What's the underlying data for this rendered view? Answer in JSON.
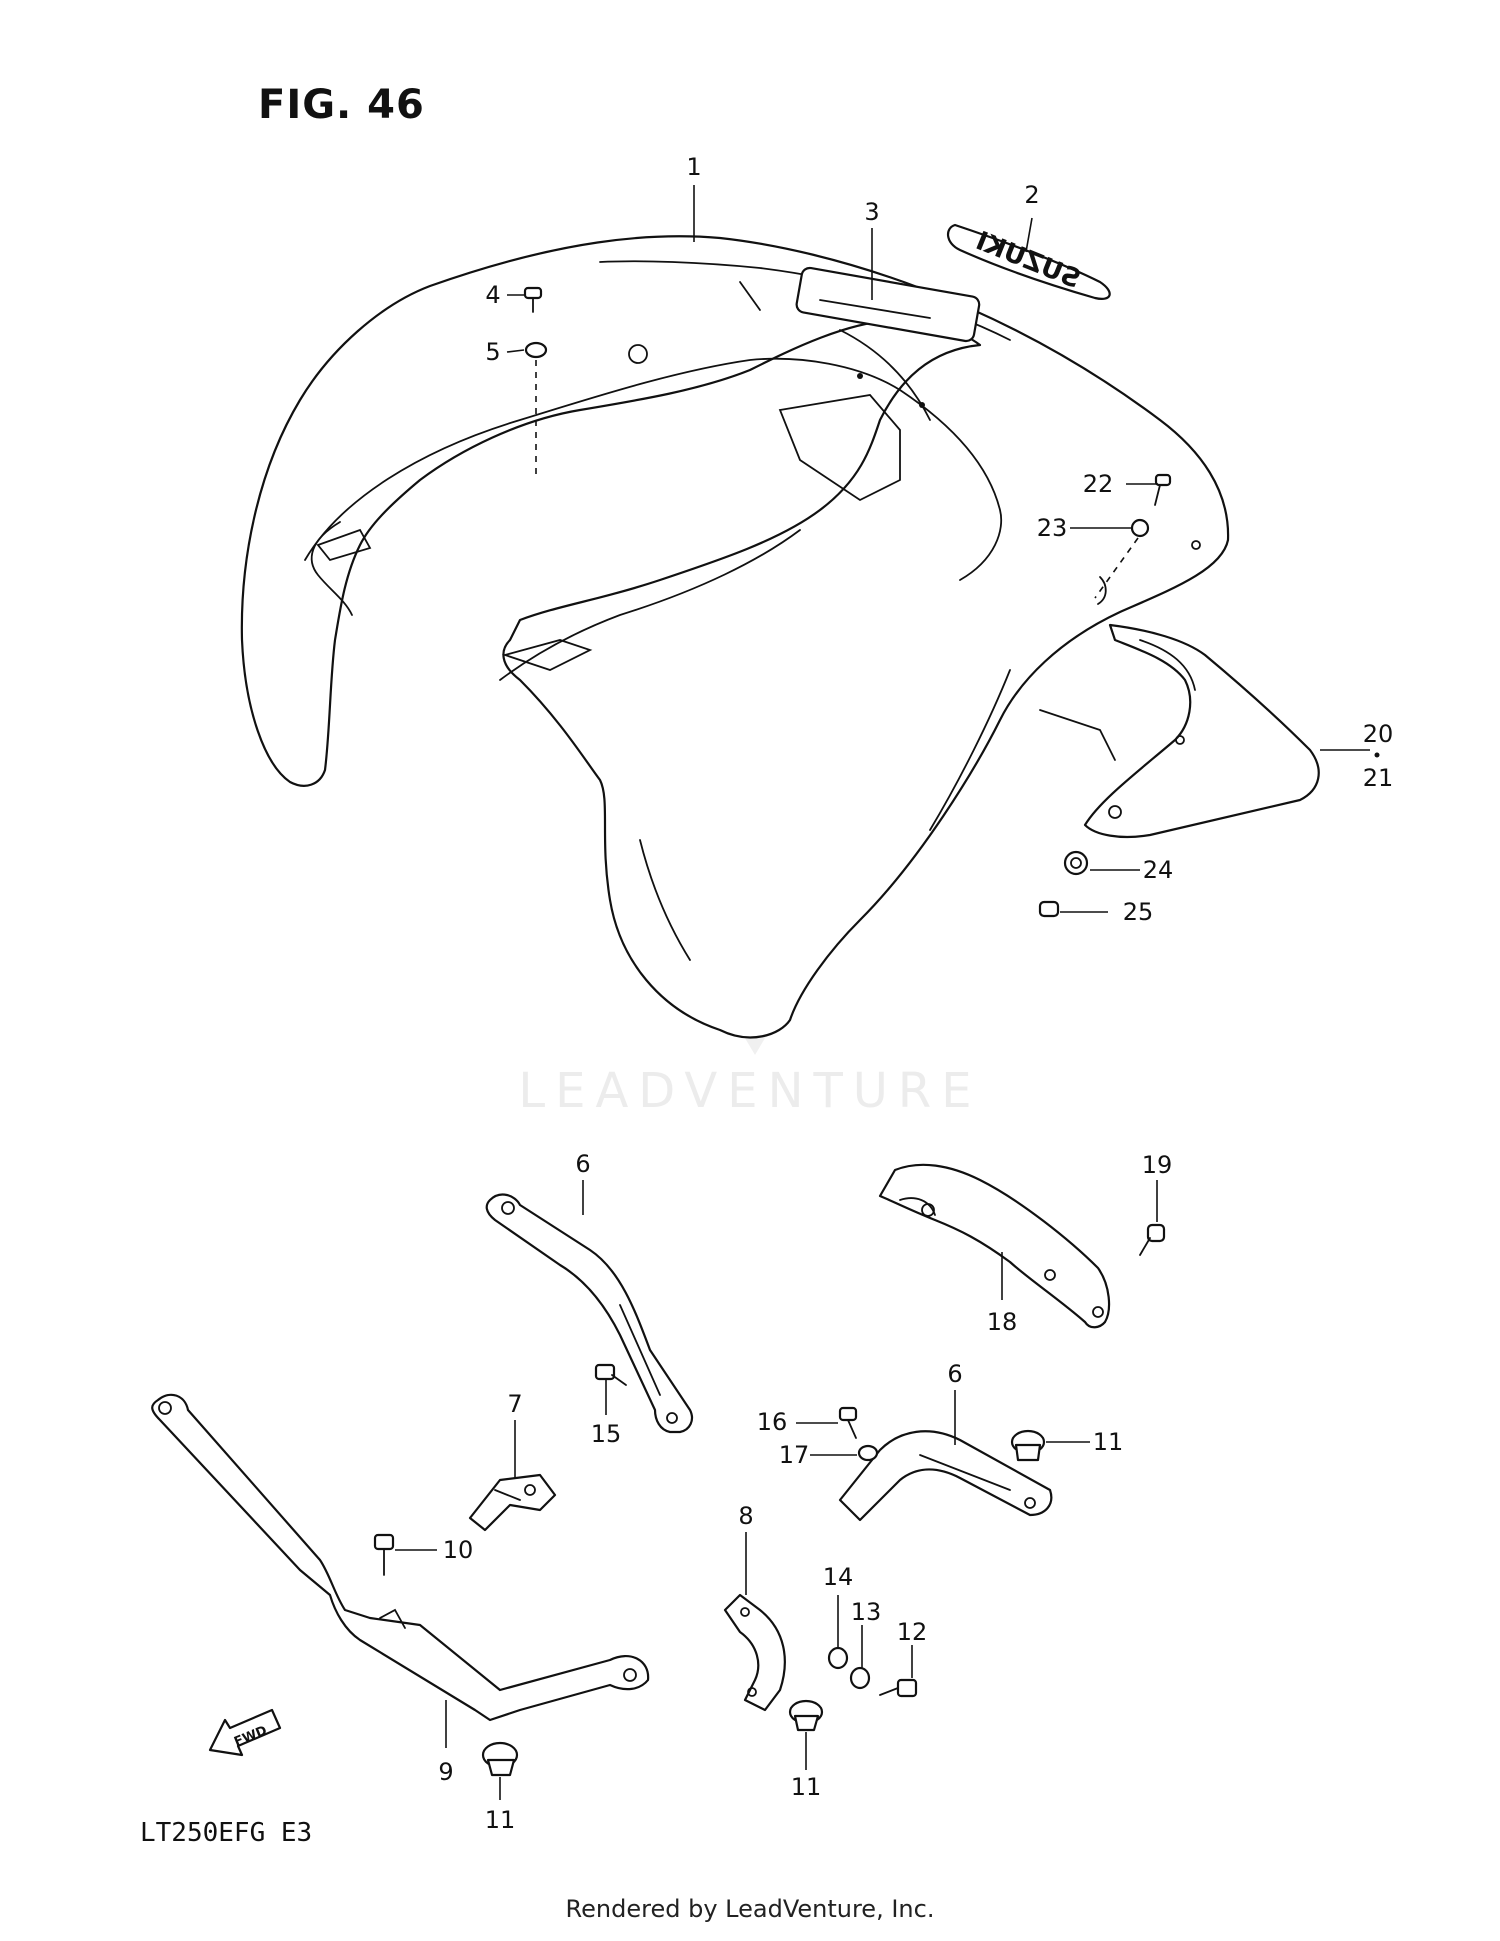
{
  "figure": {
    "title": "FIG. 46",
    "model_code": "LT250EFG  E3",
    "footer": "Rendered by LeadVenture, Inc."
  },
  "watermark": {
    "brand": "LEADVENTURE"
  },
  "decal_text": "SUZUKI",
  "fwd_text": "FWD",
  "callouts": [
    {
      "id": "c1",
      "label": "1"
    },
    {
      "id": "c2",
      "label": "2"
    },
    {
      "id": "c3",
      "label": "3"
    },
    {
      "id": "c4",
      "label": "4"
    },
    {
      "id": "c5",
      "label": "5"
    },
    {
      "id": "c6a",
      "label": "6"
    },
    {
      "id": "c6b",
      "label": "6"
    },
    {
      "id": "c7",
      "label": "7"
    },
    {
      "id": "c8",
      "label": "8"
    },
    {
      "id": "c9",
      "label": "9"
    },
    {
      "id": "c10",
      "label": "10"
    },
    {
      "id": "c11a",
      "label": "11"
    },
    {
      "id": "c11b",
      "label": "11"
    },
    {
      "id": "c11c",
      "label": "11"
    },
    {
      "id": "c12",
      "label": "12"
    },
    {
      "id": "c13",
      "label": "13"
    },
    {
      "id": "c14",
      "label": "14"
    },
    {
      "id": "c15",
      "label": "15"
    },
    {
      "id": "c16",
      "label": "16"
    },
    {
      "id": "c17",
      "label": "17"
    },
    {
      "id": "c18",
      "label": "18"
    },
    {
      "id": "c19",
      "label": "19"
    },
    {
      "id": "c20",
      "label": "20"
    },
    {
      "id": "c21",
      "label": "21"
    },
    {
      "id": "c22",
      "label": "22"
    },
    {
      "id": "c23",
      "label": "23"
    },
    {
      "id": "c24",
      "label": "24"
    },
    {
      "id": "c25",
      "label": "25"
    }
  ]
}
